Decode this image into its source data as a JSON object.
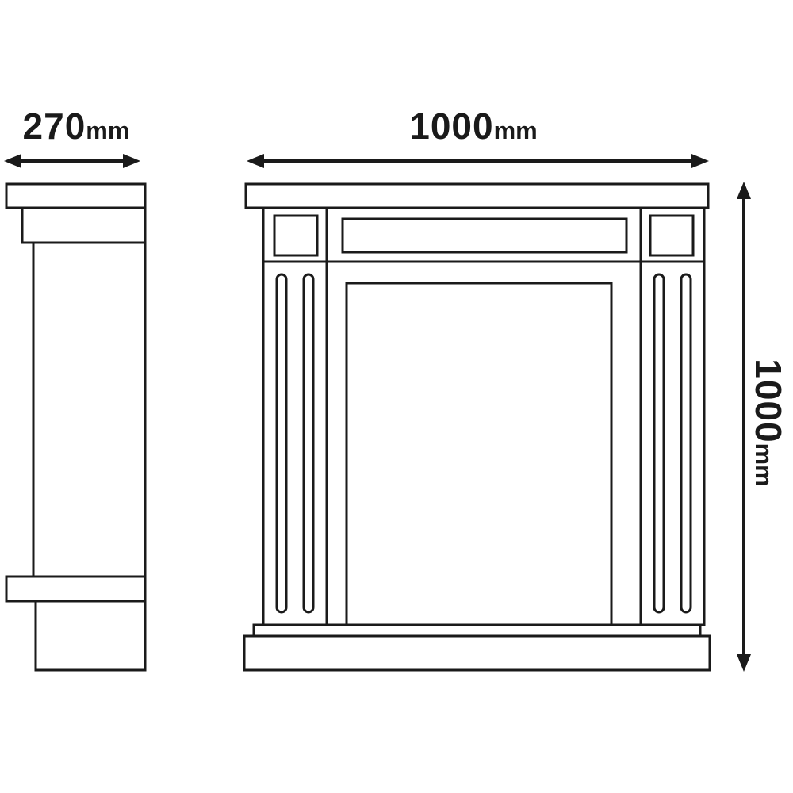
{
  "labels": {
    "side_width": {
      "value": "270",
      "unit": "mm"
    },
    "front_width": {
      "value": "1000",
      "unit": "mm"
    },
    "front_height": {
      "value": "1000",
      "unit": "mm"
    }
  },
  "colors": {
    "line": "#1a1a1a",
    "background": "#ffffff"
  }
}
